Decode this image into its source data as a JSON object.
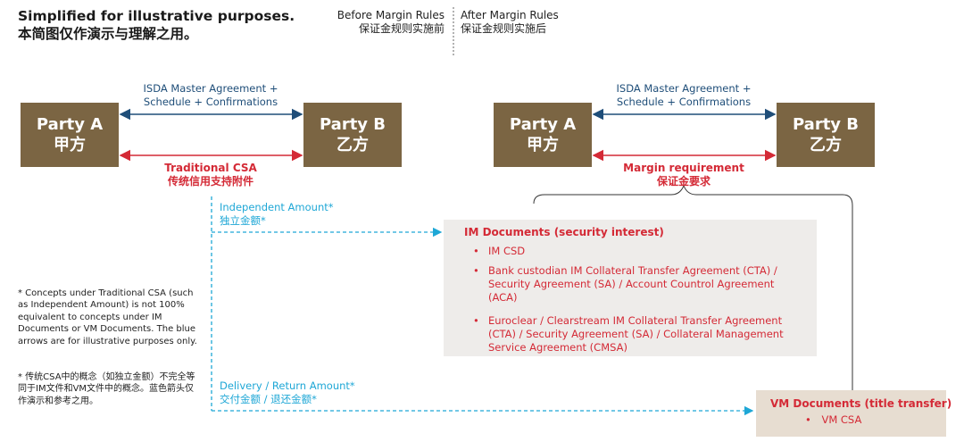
{
  "title": {
    "en": "Simplified for illustrative purposes.",
    "zh": "本简图仅作演示与理解之用。"
  },
  "header_before": {
    "en": "Before Margin Rules",
    "zh": "保证金规则实施前"
  },
  "header_after": {
    "en": "After Margin Rules",
    "zh": "保证金规则实施后"
  },
  "left_panel": {
    "party_a": {
      "en": "Party A",
      "zh": "甲方"
    },
    "party_b": {
      "en": "Party B",
      "zh": "乙方"
    },
    "isda_label": {
      "line1": "ISDA Master Agreement +",
      "line2": "Schedule + Confirmations"
    },
    "csa_label": {
      "en": "Traditional CSA",
      "zh": "传统信用支持附件"
    }
  },
  "right_panel": {
    "party_a": {
      "en": "Party A",
      "zh": "甲方"
    },
    "party_b": {
      "en": "Party B",
      "zh": "乙方"
    },
    "isda_label": {
      "line1": "ISDA Master Agreement +",
      "line2": "Schedule + Confirmations"
    },
    "margin_label": {
      "en": "Margin requirement",
      "zh": "保证金要求"
    }
  },
  "independent_amount": {
    "en": "Independent Amount*",
    "zh": "独立金额*"
  },
  "delivery_amount": {
    "en": "Delivery / Return Amount*",
    "zh": "交付金额 / 退还金额*"
  },
  "im_documents": {
    "title": "IM Documents (security interest)",
    "items": [
      "IM CSD",
      "Bank custodian IM Collateral Transfer Agreement (CTA) / Security Agreement (SA) / Account Countrol Agreement (ACA)",
      "Euroclear / Clearstream IM Collateral Transfer Agreement (CTA) / Security Agreement (SA) / Collateral Management Service Agreement (CMSA)"
    ],
    "bullet": "•"
  },
  "vm_documents": {
    "title": "VM Documents (title transfer)",
    "items": [
      "VM CSA"
    ],
    "bullet": "•"
  },
  "notes": {
    "en": "* Concepts under Traditional CSA (such as Independent Amount) is not 100% equivalent to concepts under IM Documents or VM Documents. The blue arrows are for illustrative purposes only.",
    "zh": "* 传统CSA中的概念（如独立金额）不完全等同于IM文件和VM文件中的概念。蓝色箭头仅作演示和参考之用。"
  },
  "colors": {
    "party_box": "#7b6543",
    "navy_arrow": "#1f4e79",
    "red_arrow": "#d42a36",
    "cyan_dashed": "#1ea7d6",
    "im_box": "#eeecea",
    "vm_box": "#e7ddd1"
  }
}
